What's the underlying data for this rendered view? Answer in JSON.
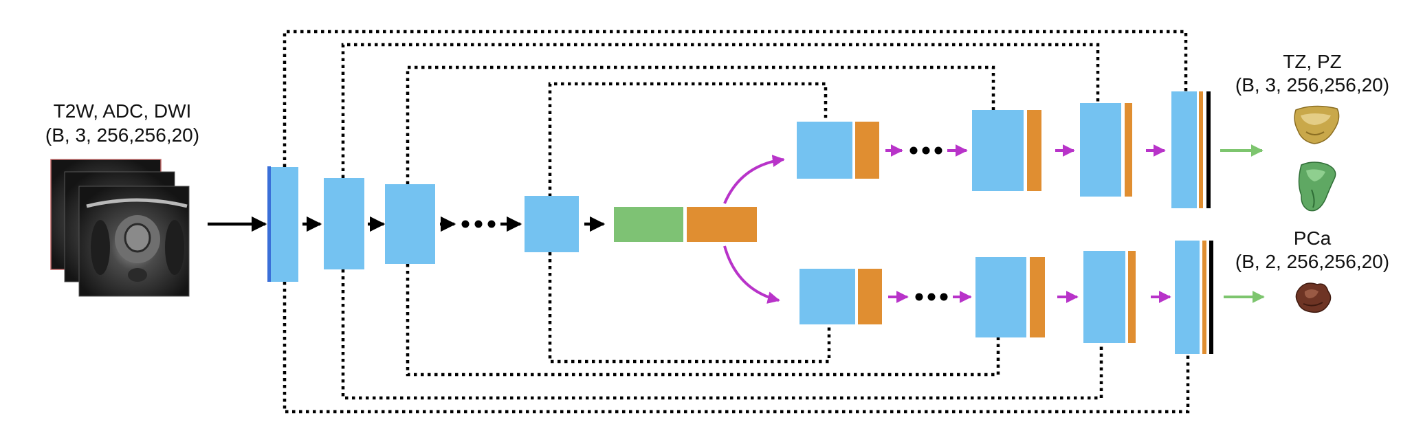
{
  "input": {
    "modalities": "T2W, ADC, DWI",
    "shape": "(B, 3, 256,256,20)"
  },
  "outputs": [
    {
      "classes": "TZ, PZ",
      "shape": "(B, 3, 256,256,20)"
    },
    {
      "classes": "PCa",
      "shape": "(B, 2, 256,256,20)"
    }
  ],
  "colors": {
    "encoder_block": "#74c2f1",
    "decoder_block": "#74c2f1",
    "attention_bar": "#e08e31",
    "bottleneck_green": "#7ec274",
    "skip_line": "#000000",
    "branch_arrow": "#b833c9",
    "output_arrow": "#7dc56e",
    "input_edge": "#3a6fd8"
  },
  "icons": {
    "mri_input": "mri-slice-stack-icon",
    "tz_mesh": "transition-zone-mesh-icon",
    "pz_mesh": "peripheral-zone-mesh-icon",
    "pca_mesh": "lesion-mesh-icon"
  }
}
